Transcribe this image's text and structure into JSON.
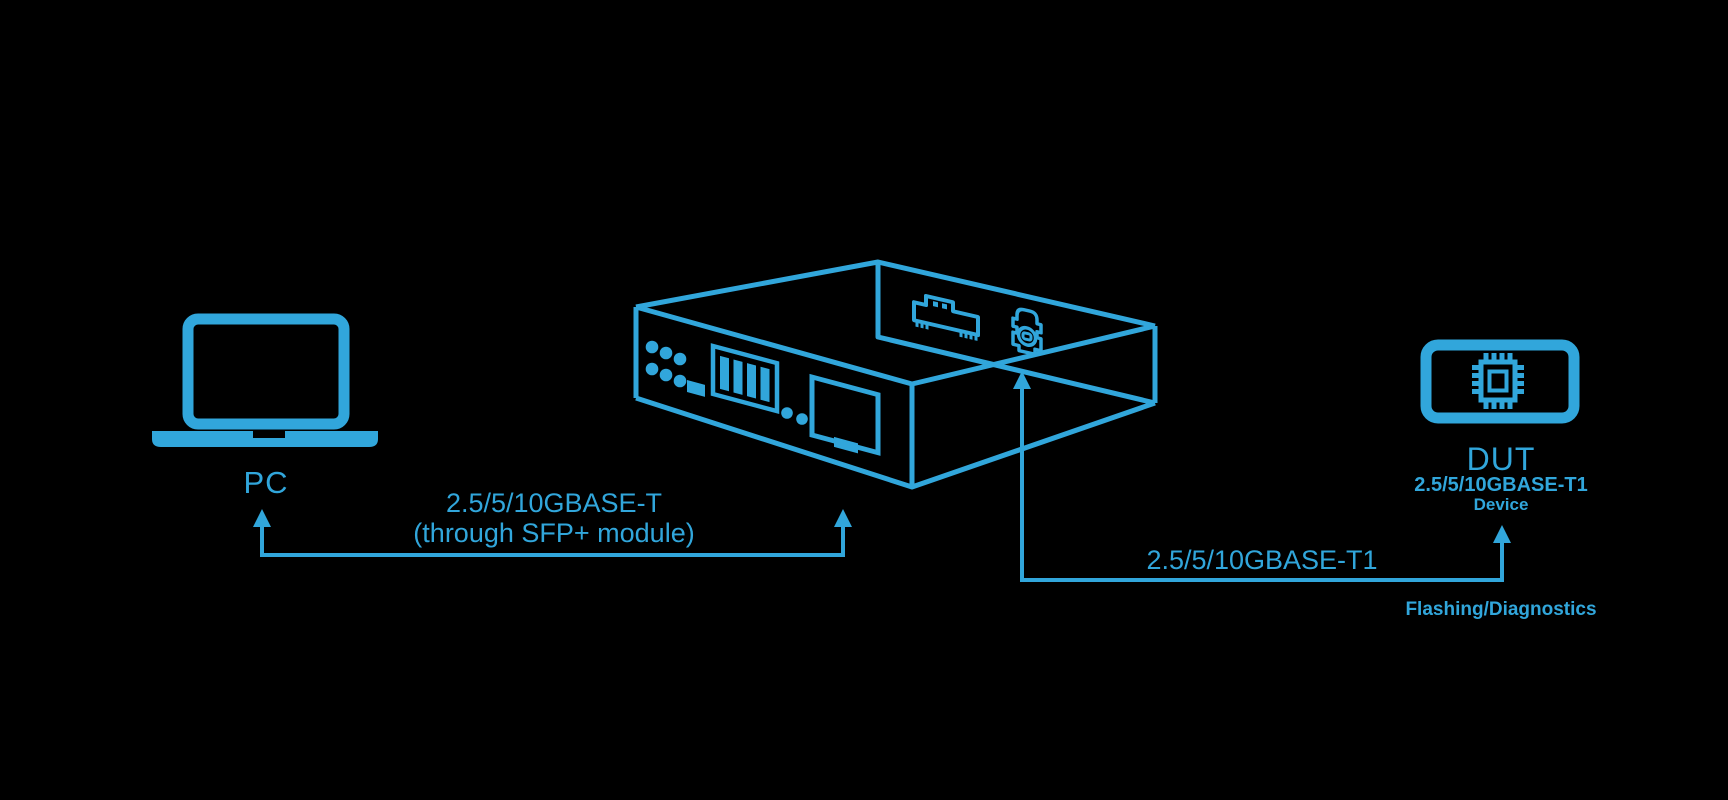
{
  "colors": {
    "background": "#000000",
    "accent": "#31A6DB"
  },
  "diagram": {
    "pc": {
      "label": "PC",
      "icon": "laptop-icon"
    },
    "link_pc_tester": {
      "line1": "2.5/5/10GBASE-T",
      "line2": "(through SFP+ module)"
    },
    "tester": {
      "icon": "network-tester-chassis-icon",
      "modules": [
        "sfp-module-icon",
        "rj45-port-icon"
      ]
    },
    "link_tester_dut": {
      "label": "2.5/5/10GBASE-T1"
    },
    "dut": {
      "title": "DUT",
      "line1": "2.5/5/10GBASE-T1",
      "line2": "Device",
      "note": "Flashing/Diagnostics",
      "icon": "screen-with-chip-icon"
    }
  }
}
